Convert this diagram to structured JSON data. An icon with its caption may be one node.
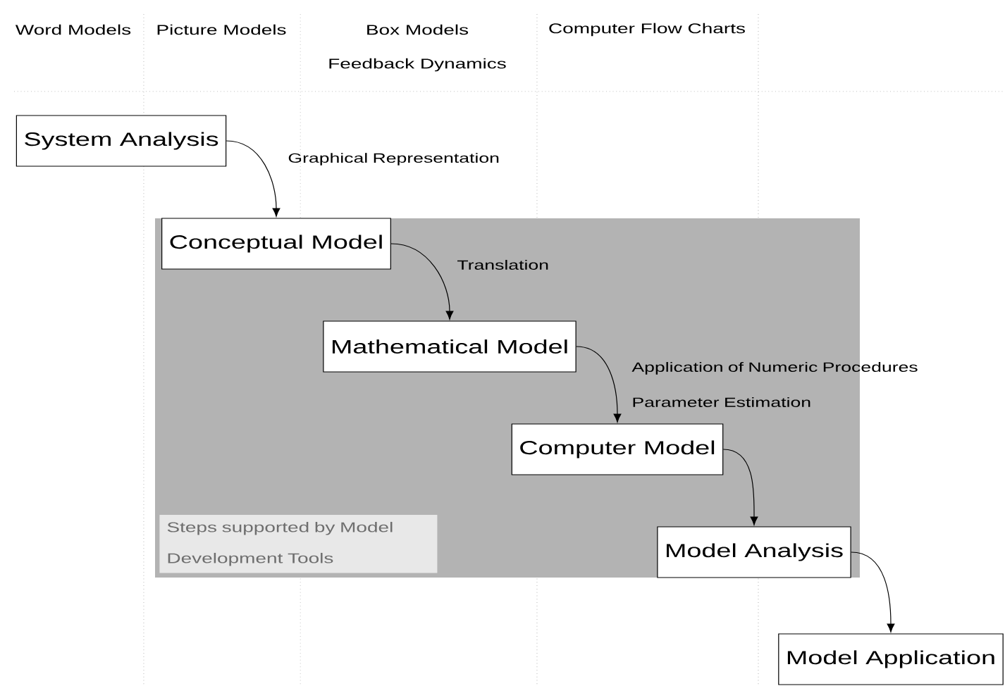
{
  "diagram": {
    "nodes": [
      {
        "text": [
          "Steps supported by Model Development Tools"
        ]
      },
      {
        "text": [
          "System Analysis"
        ]
      },
      {
        "text": [
          "Conceptual Model"
        ],
        "in": 0
      },
      {
        "text": [
          "Mathematical Model"
        ],
        "in": 0
      },
      {
        "text": [
          "Computer Model"
        ],
        "in": 0
      },
      {
        "text": [
          "Model Analysis"
        ],
        "in": 0
      },
      {
        "text": [
          "Model Application"
        ]
      }
    ],
    "edges": [
      {
        "from": 1,
        "to": 2,
        "arrow": "to",
        "label": "Graphical Representation"
      },
      {
        "from": 2,
        "to": 3,
        "arrow": "to",
        "label": "Translation"
      },
      {
        "from": 3,
        "to": 4,
        "arrow": "to",
        "label": "Application of Numeric Procedures Parameter Estimation"
      },
      {
        "from": 4,
        "to": 5,
        "arrow": "to"
      },
      {
        "from": 5,
        "to": 6,
        "arrow": "to"
      }
    ],
    "labels": [
      "Word Models",
      "Picture Models",
      "Box Models",
      "Computer Flow Charts",
      "Feedback Dynamics"
    ]
  }
}
